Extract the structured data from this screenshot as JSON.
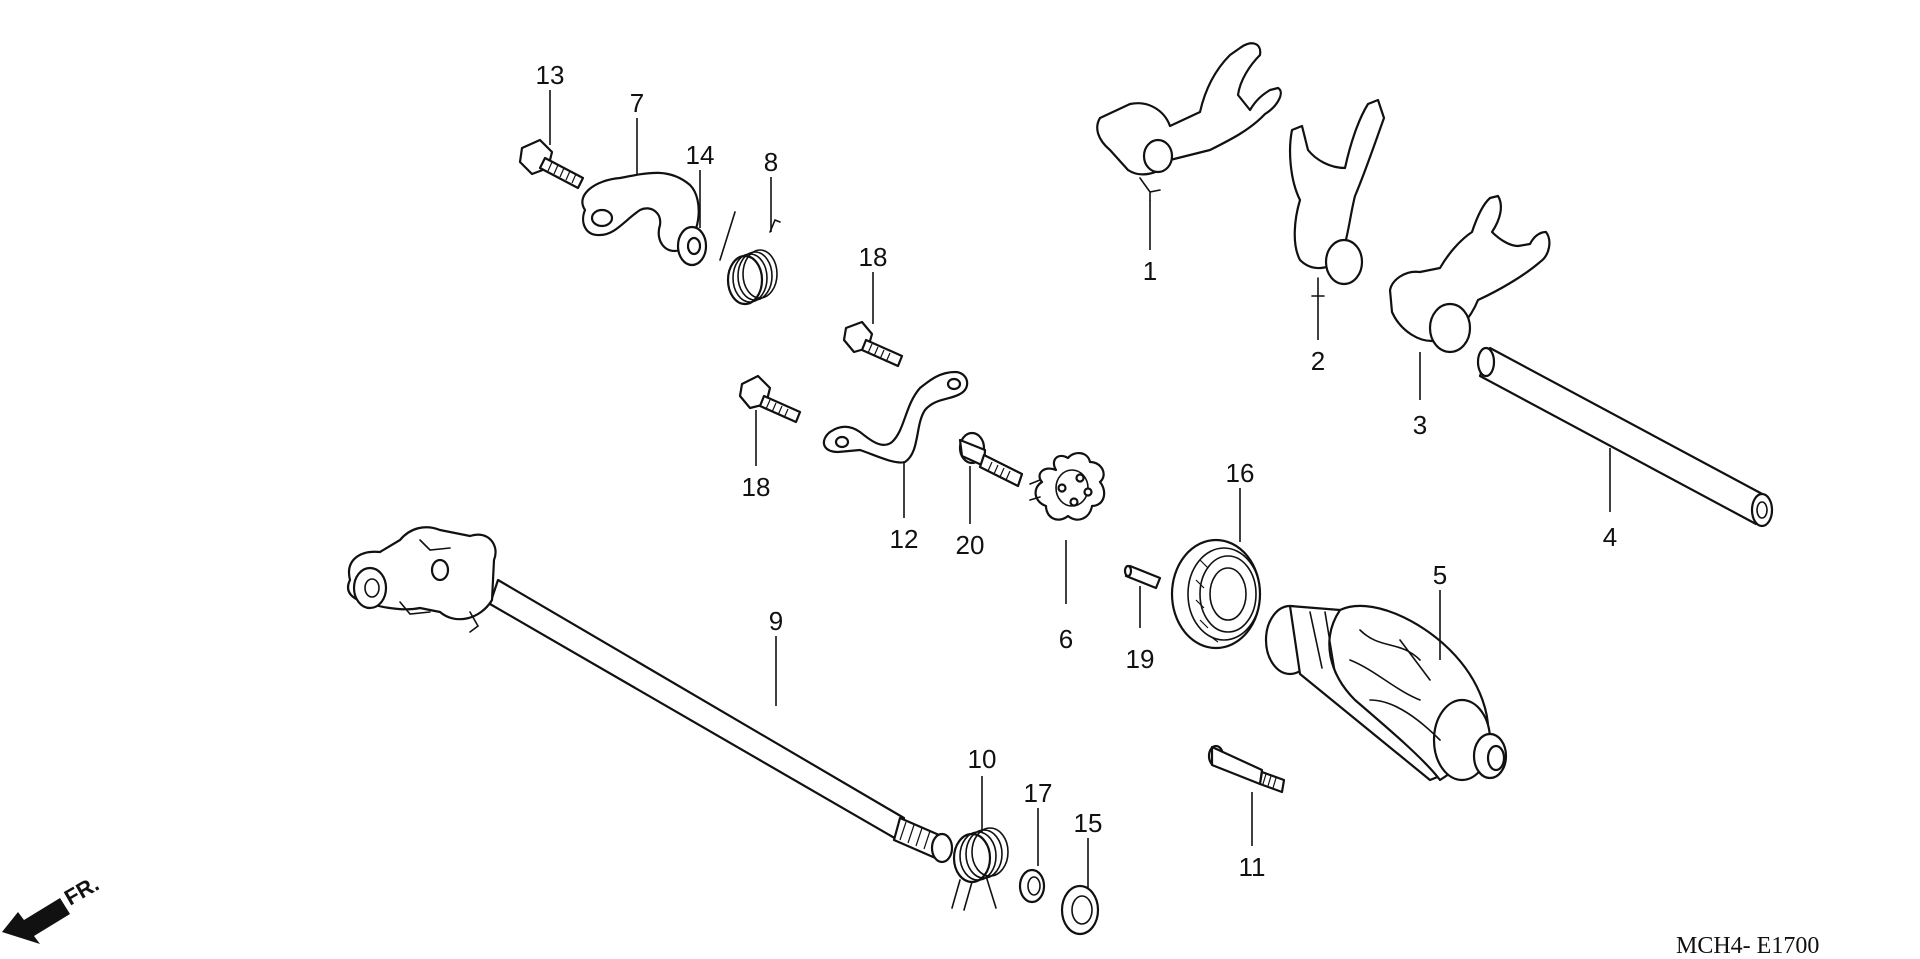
{
  "diagram_code": "MCH4- E1700",
  "front_indicator": {
    "label": "FR.",
    "icon": "front-arrow-icon"
  },
  "callouts": {
    "c1": "1",
    "c2": "2",
    "c3": "3",
    "c4": "4",
    "c5": "5",
    "c6": "6",
    "c7": "7",
    "c8": "8",
    "c9": "9",
    "c10": "10",
    "c11": "11",
    "c12": "12",
    "c13": "13",
    "c14": "14",
    "c15": "15",
    "c16": "16",
    "c17": "17",
    "c18a": "18",
    "c18b": "18",
    "c19": "19",
    "c20": "20"
  }
}
